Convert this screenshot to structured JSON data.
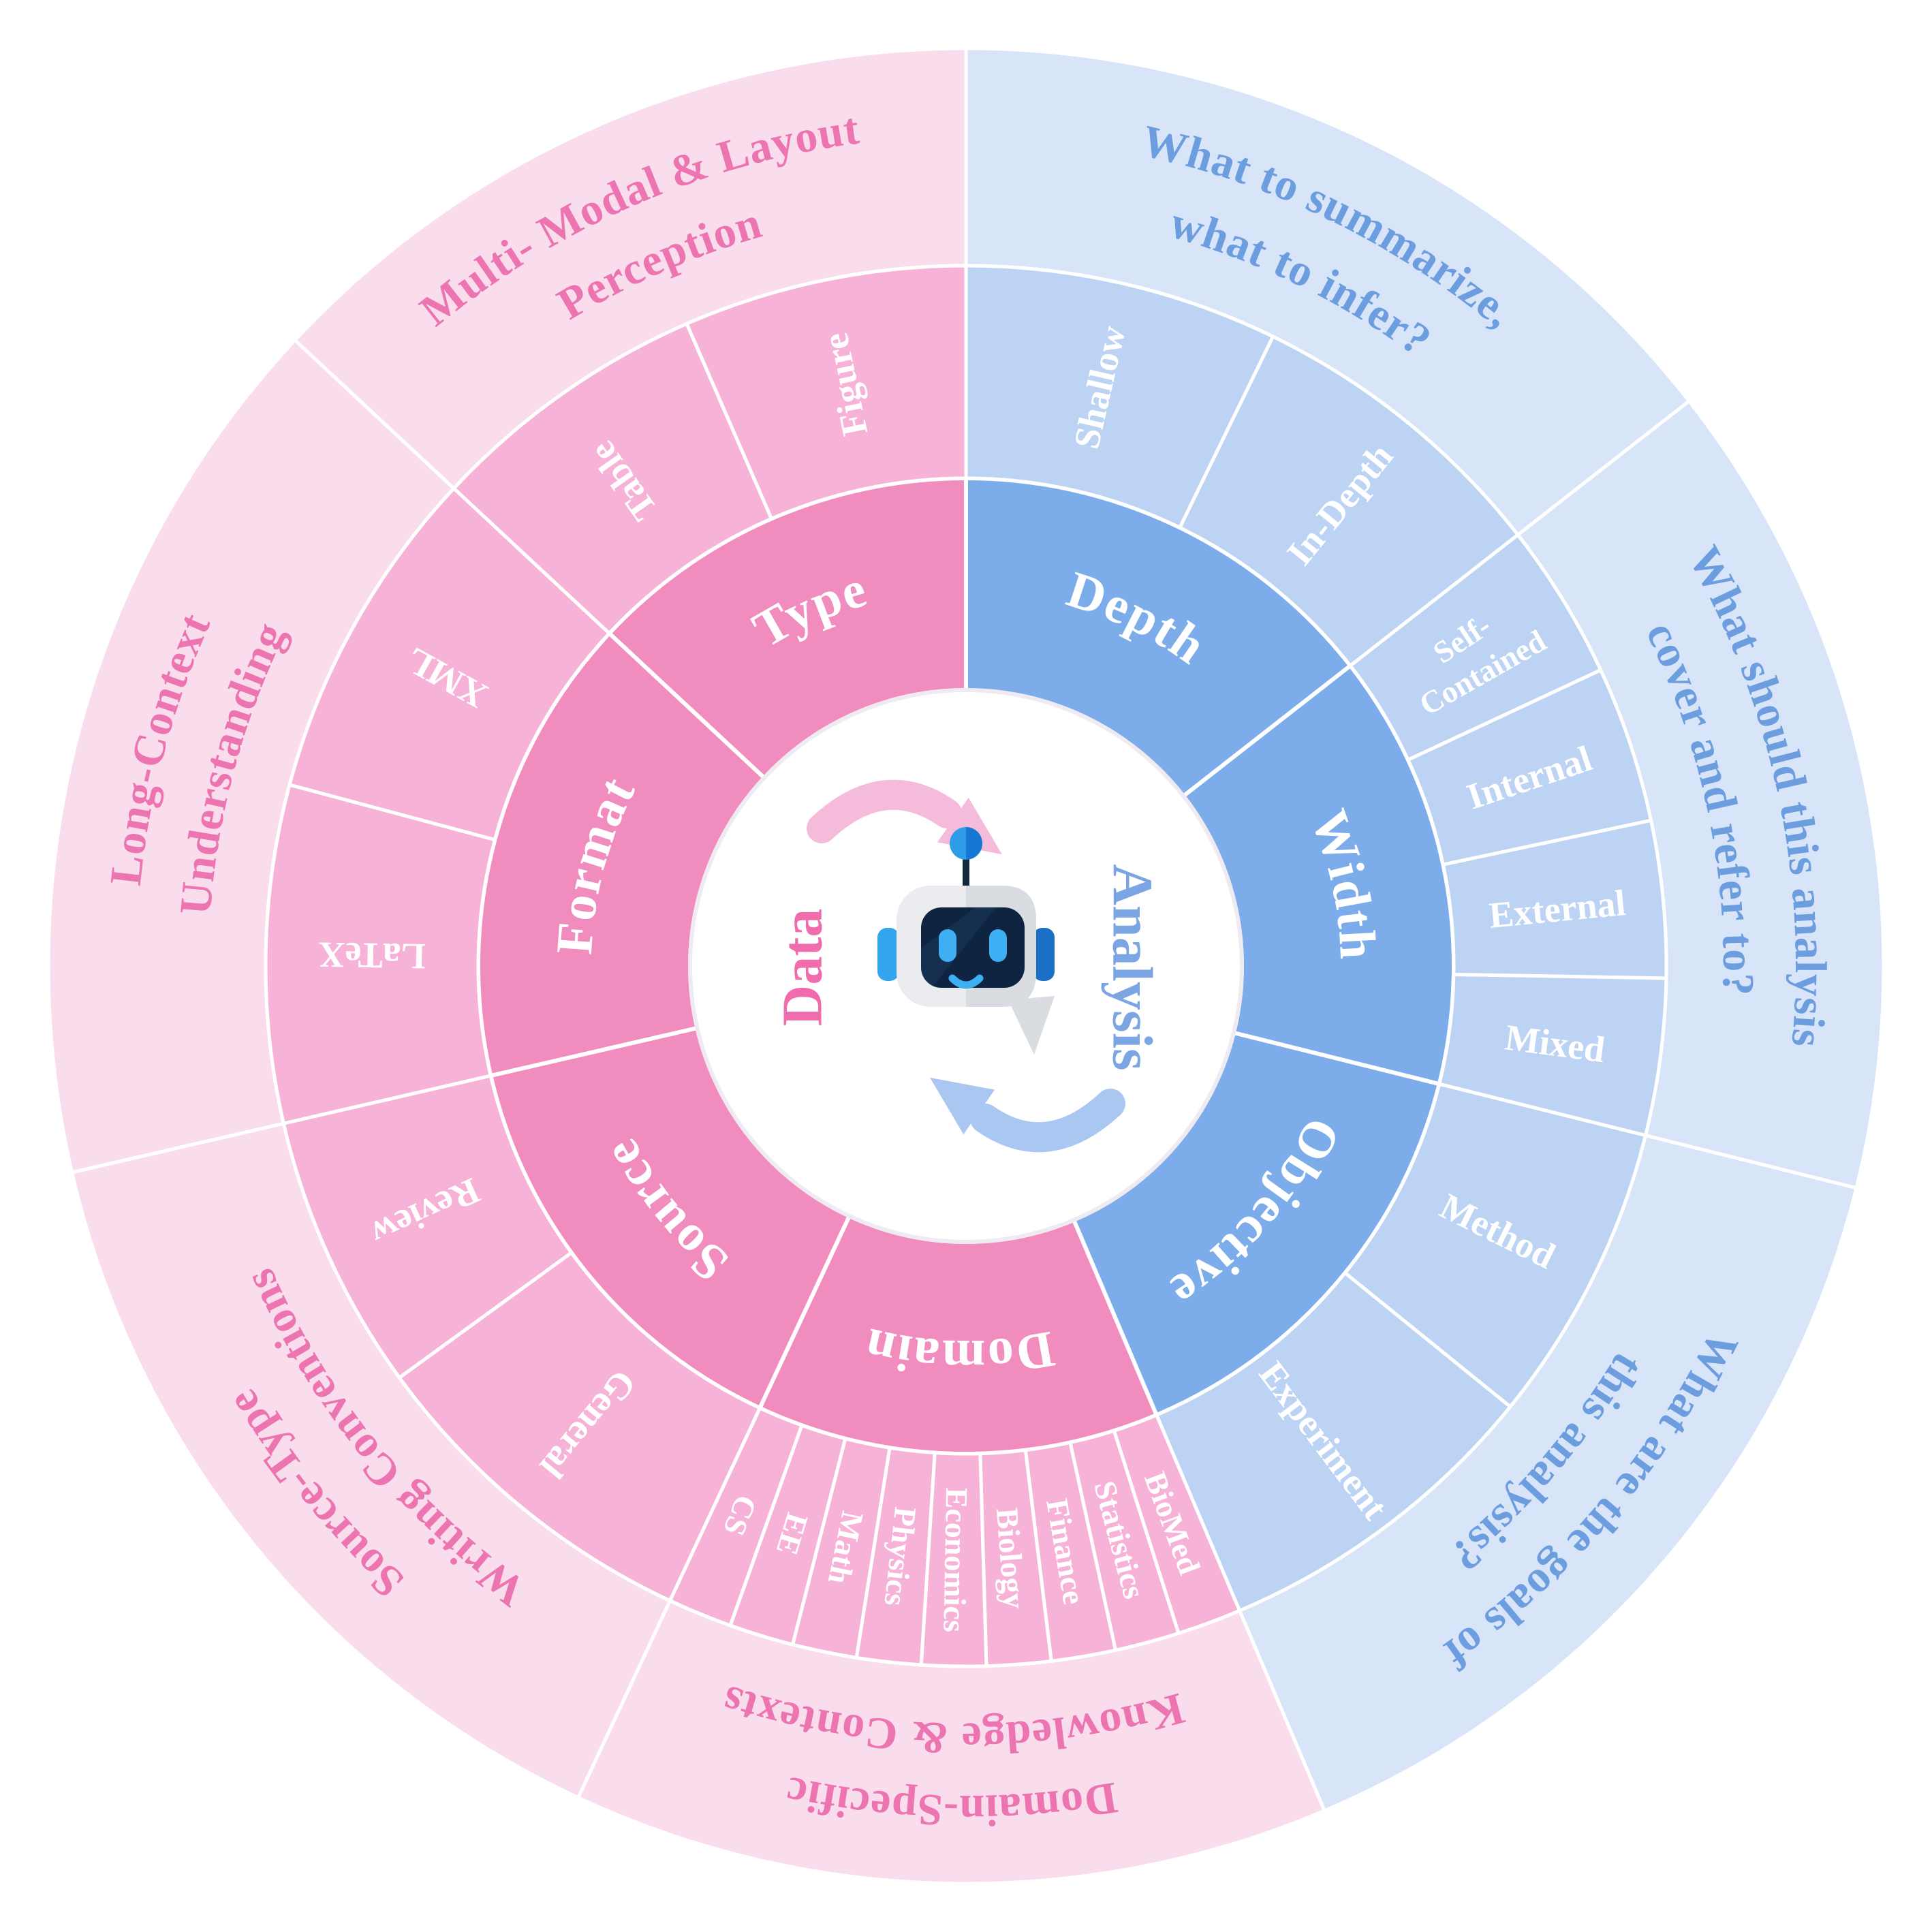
{
  "center": {
    "left_label": "Data",
    "right_label": "Analysis",
    "robot_icon": "robot-icon"
  },
  "colors": {
    "background": "#ffffff",
    "gap": "#ffffff",
    "circle_edge": "#f0ebf3"
  },
  "robot": {
    "head": "#EAECEF",
    "head_shade": "#D9DDE1",
    "screen": "#0E2440",
    "screen_sheen": "#1C3A60",
    "eyes": "#3FAFF4",
    "ear_left": "#33A4ED",
    "ear_right": "#1B70C6",
    "antenna": "#12283F",
    "antenna_ball": "#2F9CE8",
    "antenna_ball_shade": "#1478D4"
  },
  "sides": [
    {
      "name": "data",
      "palette": {
        "inner": "#F18CBF",
        "middle": "#F7B3D7",
        "outer": "#FADDEC",
        "annotation_text": "#EC74B1",
        "center_text": "#F06CAD",
        "arrow": "#F5BBDA"
      },
      "categories": [
        {
          "label": "Type",
          "start": 313,
          "end": 360,
          "children": [
            {
              "label": "Table",
              "start": 313,
              "end": 336.5
            },
            {
              "label": "Figure",
              "start": 336.5,
              "end": 360
            }
          ],
          "annotation": {
            "lines": [
              "Multi- Modal & Layout",
              "Perception"
            ]
          }
        },
        {
          "label": "Format",
          "start": 257,
          "end": 313,
          "children": [
            {
              "label": "LaTeX",
              "start": 257,
              "end": 285
            },
            {
              "label": "XML",
              "start": 285,
              "end": 313
            }
          ],
          "annotation": {
            "lines": [
              "Long-Context",
              "Understanding"
            ]
          }
        },
        {
          "label": "Source",
          "start": 205,
          "end": 257,
          "children": [
            {
              "label": "General",
              "start": 205,
              "end": 234
            },
            {
              "label": "Review",
              "start": 234,
              "end": 257
            }
          ],
          "annotation": {
            "lines": [
              "Source-Type",
              "Writing Conventions"
            ]
          }
        },
        {
          "label": "Domain",
          "start": 157,
          "end": 205,
          "children": [
            {
              "label": "BioMed",
              "start": 157,
              "end": 162.33
            },
            {
              "label": "Statistics",
              "start": 162.33,
              "end": 167.67
            },
            {
              "label": "Finance",
              "start": 167.67,
              "end": 173
            },
            {
              "label": "Biology",
              "start": 173,
              "end": 178.33
            },
            {
              "label": "Economics",
              "start": 178.33,
              "end": 183.67
            },
            {
              "label": "Physics",
              "start": 183.67,
              "end": 189
            },
            {
              "label": "Math",
              "start": 189,
              "end": 194.33
            },
            {
              "label": "EE",
              "start": 194.33,
              "end": 199.67
            },
            {
              "label": "CS",
              "start": 199.67,
              "end": 205
            }
          ],
          "annotation": {
            "lines": [
              "Domain-Specific",
              "Knowledge & Contexts"
            ]
          }
        }
      ]
    },
    {
      "name": "analysis",
      "palette": {
        "inner": "#7CACE9",
        "middle": "#BDD3F4",
        "outer": "#D8E5F8",
        "annotation_text": "#6C9EDF",
        "center_text": "#7BA5E3",
        "arrow": "#A9C7F0"
      },
      "categories": [
        {
          "label": "Depth",
          "start": 0,
          "end": 52,
          "children": [
            {
              "label": "Shallow",
              "start": 0,
              "end": 26
            },
            {
              "label": "In-Depth",
              "start": 26,
              "end": 52
            }
          ],
          "annotation": {
            "lines": [
              "What to summarize,",
              "what to infer?"
            ]
          }
        },
        {
          "label": "Width",
          "start": 52,
          "end": 104,
          "children": [
            {
              "label": "Self-Contained",
              "lines": [
                "Self-",
                "Contained"
              ],
              "start": 52,
              "end": 65
            },
            {
              "label": "Internal",
              "start": 65,
              "end": 78
            },
            {
              "label": "External",
              "start": 78,
              "end": 91
            },
            {
              "label": "Mixed",
              "start": 91,
              "end": 104
            }
          ],
          "annotation": {
            "lines": [
              "What should this analysis",
              "cover and refer to?"
            ]
          }
        },
        {
          "label": "Objective",
          "start": 104,
          "end": 157,
          "children": [
            {
              "label": "Method",
              "start": 104,
              "end": 129
            },
            {
              "label": "Experiment",
              "start": 129,
              "end": 157
            }
          ],
          "annotation": {
            "lines": [
              "What are the goals of",
              "this analysis?"
            ]
          }
        }
      ]
    }
  ]
}
